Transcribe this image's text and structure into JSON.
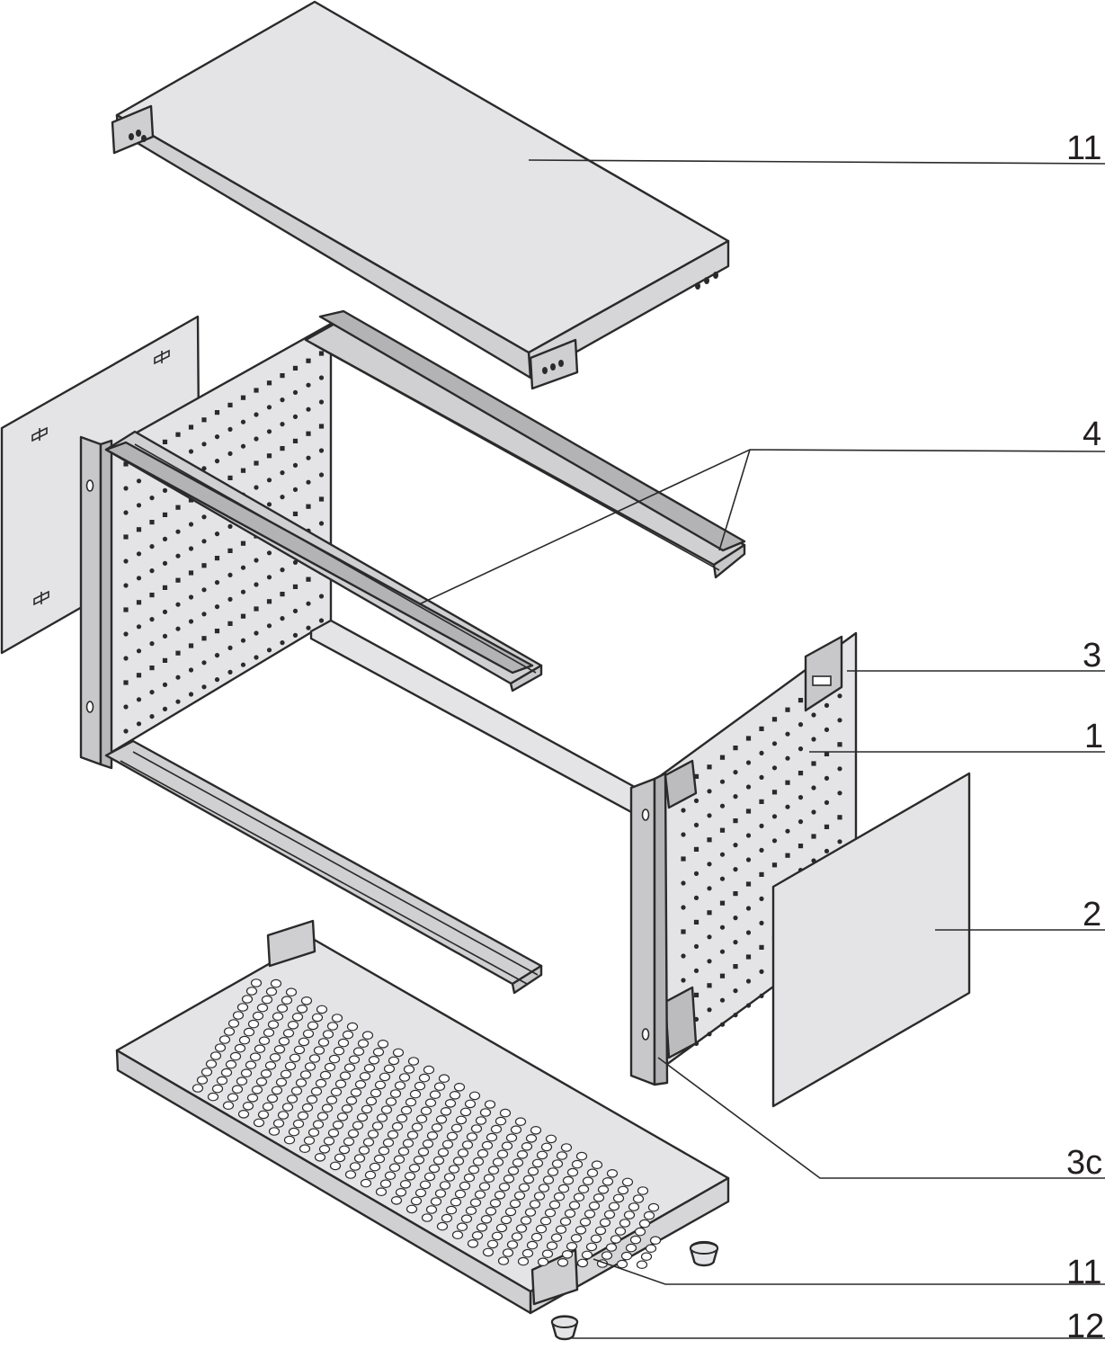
{
  "diagram": {
    "callouts": [
      {
        "id": "top-cover",
        "label": "11"
      },
      {
        "id": "rails",
        "label": "4"
      },
      {
        "id": "side-fixing",
        "label": "3"
      },
      {
        "id": "side-panel",
        "label": "1"
      },
      {
        "id": "cover-plate",
        "label": "2"
      },
      {
        "id": "front-profile",
        "label": "3c"
      },
      {
        "id": "bottom-cover",
        "label": "11"
      },
      {
        "id": "foot",
        "label": "12"
      }
    ],
    "colors": {
      "line": "#2a2a2a",
      "panel_fill": "#e4e4e6",
      "rail_fill": "#b3b3b6",
      "rail_light": "#d0d0d2",
      "hole_fill": "#2a2a2a"
    }
  }
}
